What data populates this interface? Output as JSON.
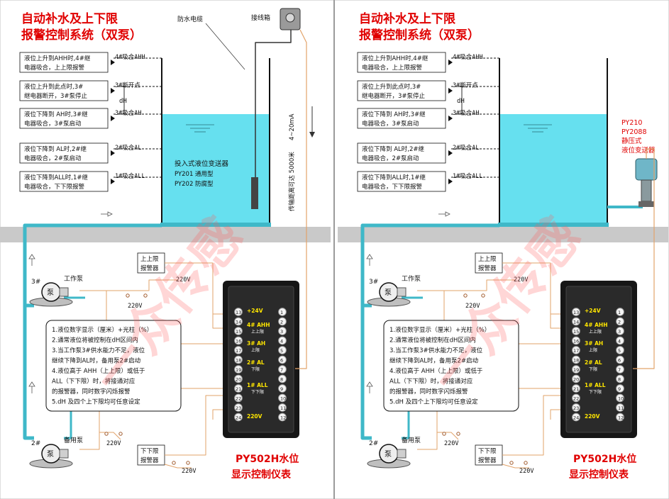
{
  "colors": {
    "water": "#66e0ef",
    "pipe": "#3fb8c8",
    "wire": "#e2a36a",
    "title_red": "#e00000",
    "panel_gray": "#c9c9c9",
    "device_black": "#161616",
    "device_yellow": "#ffe600",
    "watermark": "#ff5c5c"
  },
  "panels": [
    {
      "title_line1": "自动补水及上下限",
      "title_line2": "报警控制系统（双泵）",
      "alarm_rows": [
        {
          "text1": "液位上升到AHH时,4#继",
          "text2": "电器吸合，上上限报警",
          "relay": "4#吸合AHH"
        },
        {
          "text1": "液位上升到此点时,3#",
          "text2": "继电器断开，3#泵停止",
          "relay": "3#断开点"
        },
        {
          "text1": "液位下降到 AH时,3#继",
          "text2": "电器吸合，3#泵启动",
          "relay": "3#吸合AH"
        },
        {
          "text1": "液位下降到 AL时,2#继",
          "text2": "电器吸合，2#泵启动",
          "relay": "2#吸合AL"
        },
        {
          "text1": "液位下降到ALL时,1#继",
          "text2": "电器吸合，下下限报警",
          "relay": "1#吸合ALL"
        }
      ],
      "dh_label": "dH",
      "sensor_labels": [
        "防水电缆",
        "接线箱"
      ],
      "cable_label": "4~20mA",
      "distance_label": "传输距离可达 5000米",
      "transmitter_title": "投入式液位变送器",
      "transmitter_models": [
        "PY201   通用型",
        "PY202   防腐型"
      ],
      "side_transmitter": [],
      "upper_alarm": [
        "上上限",
        "报警器"
      ],
      "lower_alarm": [
        "下下限",
        "报警器"
      ],
      "voltages": [
        "220V",
        "220V",
        "220V",
        "220V",
        "220V"
      ],
      "pump_work_label": "工作泵",
      "pump_work_id": "3#",
      "pump_standby_label": "备用泵",
      "pump_standby_id": "2#",
      "pump_glyph": "泵",
      "notes": [
        "1.液位数字显示（厘米）+光柱（%）",
        "2.通常液位将被控制在dH区间内",
        "3.当工作泵3#供水能力不足，液位",
        "  继续下降到AL时，备用泵2#启动",
        "4.液位高于 AHH（上上限）或低于",
        "  ALL（下下限）时，将接通对应",
        "  的报警器，同时数字闪烁报警",
        "5.dH 及四个上下限均可任意设定"
      ],
      "device_caption_line1": "PY502H水位",
      "device_caption_line2": "显示控制仪表",
      "device_terminals_left": [
        "13",
        "14",
        "15",
        "16",
        "17",
        "18",
        "19",
        "20",
        "21",
        "22",
        "23",
        "24"
      ],
      "device_terminals_right": [
        "1",
        "2",
        "3",
        "4",
        "5",
        "6",
        "7",
        "8",
        "9",
        "10",
        "11",
        "12"
      ],
      "device_labels": [
        {
          "main": "+24V",
          "sub": ""
        },
        {
          "main": "4# AHH",
          "sub": "上上限"
        },
        {
          "main": "3# AH",
          "sub": "上限"
        },
        {
          "main": "2# AL",
          "sub": "下限"
        },
        {
          "main": "1# ALL",
          "sub": "下下限"
        },
        {
          "main": "220V",
          "sub": ""
        }
      ],
      "watermark_text": "一众传感"
    },
    {
      "title_line1": "自动补水及上下限",
      "title_line2": "报警控制系统（双泵）",
      "alarm_rows": [
        {
          "text1": "液位上升到AHH时,4#继",
          "text2": "电器吸合，上上限报警",
          "relay": "4#吸合AHH"
        },
        {
          "text1": "液位上升到此点时,3#",
          "text2": "继电器断开，3#泵停止",
          "relay": "3#断开点"
        },
        {
          "text1": "液位下降到 AH时,3#继",
          "text2": "电器吸合，3#泵启动",
          "relay": "3#吸合AH"
        },
        {
          "text1": "液位下降到 AL时,2#继",
          "text2": "电器吸合，2#泵启动",
          "relay": "2#吸合AL"
        },
        {
          "text1": "液位下降到ALL时,1#继",
          "text2": "电器吸合，下下限报警",
          "relay": "1#吸合ALL"
        }
      ],
      "dh_label": "dH",
      "sensor_labels": [],
      "cable_label": "",
      "distance_label": "",
      "transmitter_title": "",
      "transmitter_models": [],
      "side_transmitter": [
        "PY210",
        "PY2088",
        "静压式",
        "液位变送器"
      ],
      "upper_alarm": [
        "上上限",
        "报警器"
      ],
      "lower_alarm": [
        "下下限",
        "报警器"
      ],
      "voltages": [
        "220V",
        "220V",
        "220V",
        "220V",
        "220V"
      ],
      "pump_work_label": "工作泵",
      "pump_work_id": "3#",
      "pump_standby_label": "备用泵",
      "pump_standby_id": "2#",
      "pump_glyph": "泵",
      "notes": [
        "1.液位数字显示（厘米）+光柱（%）",
        "2.通常液位将被控制在dH区间内",
        "3.当工作泵3#供水能力不足，液位",
        "  继续下降到AL时，备用泵2#启动",
        "4.液位高于 AHH（上上限）或低于",
        "  ALL（下下限）时，将接通对应",
        "  的报警器，同时数字闪烁报警",
        "5.dH 及四个上下限均可任意设定"
      ],
      "device_caption_line1": "PY502H水位",
      "device_caption_line2": "显示控制仪表",
      "device_terminals_left": [
        "13",
        "14",
        "15",
        "16",
        "17",
        "18",
        "19",
        "20",
        "21",
        "22",
        "23",
        "24"
      ],
      "device_terminals_right": [
        "1",
        "2",
        "3",
        "4",
        "5",
        "6",
        "7",
        "8",
        "9",
        "10",
        "11",
        "12"
      ],
      "device_labels": [
        {
          "main": "+24V",
          "sub": ""
        },
        {
          "main": "4# AHH",
          "sub": "上上限"
        },
        {
          "main": "3# AH",
          "sub": "上限"
        },
        {
          "main": "2# AL",
          "sub": "下限"
        },
        {
          "main": "1# ALL",
          "sub": "下下限"
        },
        {
          "main": "220V",
          "sub": ""
        }
      ],
      "watermark_text": "一众传感"
    }
  ]
}
